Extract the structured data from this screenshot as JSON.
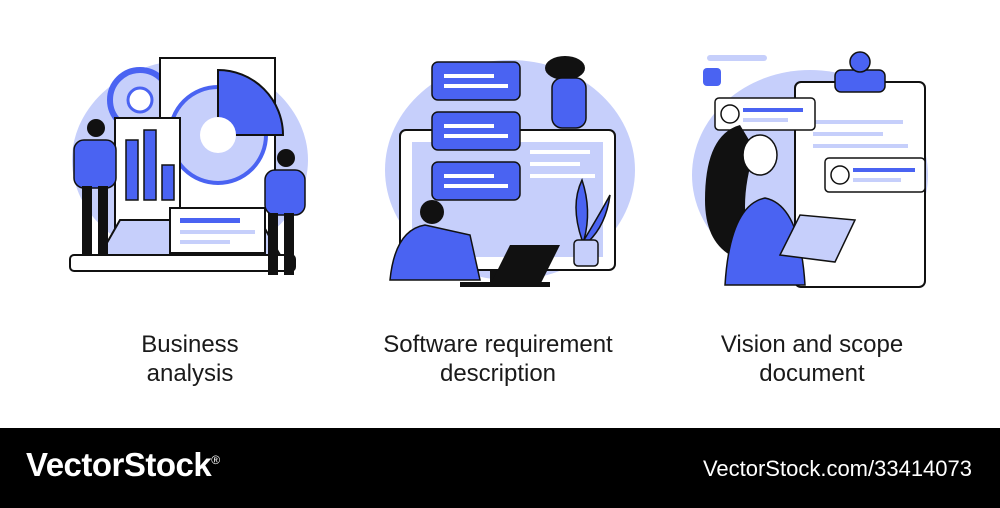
{
  "colors": {
    "accent": "#4a63f2",
    "accent_light": "#c6cffb",
    "ink": "#111111",
    "footer_bg": "#000000",
    "footer_text": "#ffffff"
  },
  "illustrations": [
    {
      "caption_line1": "Business",
      "caption_line2": "analysis",
      "icons": [
        "gear-icon",
        "pie-chart-icon",
        "bar-chart-icon",
        "laptop-icon",
        "person-icon"
      ]
    },
    {
      "caption_line1": "Software requirement",
      "caption_line2": "description",
      "icons": [
        "message-card-icon",
        "monitor-icon",
        "laptop-icon",
        "plant-icon",
        "person-icon"
      ]
    },
    {
      "caption_line1": "Vision and scope",
      "caption_line2": "document",
      "icons": [
        "clipboard-icon",
        "bell-icon",
        "avatar-icon",
        "tablet-icon",
        "person-icon"
      ]
    }
  ],
  "footer": {
    "brand": "VectorStock",
    "brand_mark": "®",
    "image_id": "VectorStock.com/33414073"
  }
}
